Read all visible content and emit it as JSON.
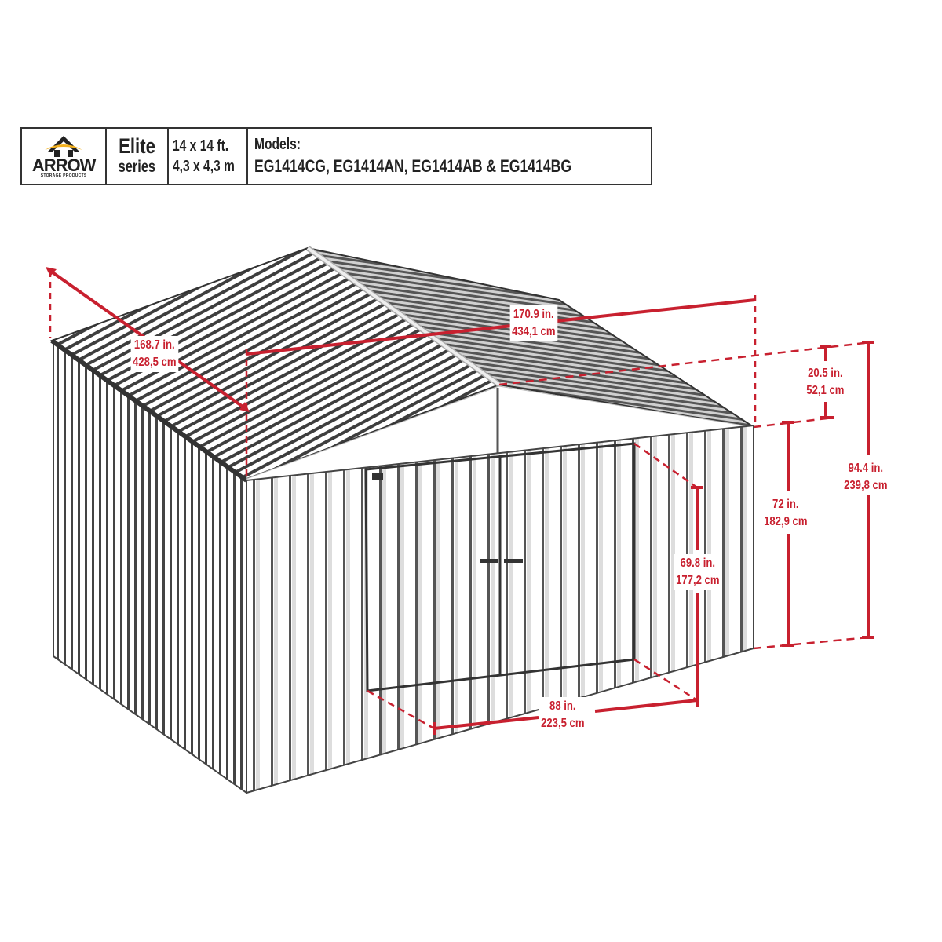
{
  "header": {
    "brand": {
      "name": "ARROW",
      "tagline": "STORAGE PRODUCTS",
      "accent_color": "#f2b01e"
    },
    "series": {
      "name": "Elite",
      "label": "series"
    },
    "size": {
      "imperial": "14 x 14 ft.",
      "metric": "4,3 x 4,3 m"
    },
    "models": {
      "label": "Models:",
      "list": "EG1414CG, EG1414AN, EG1414AB & EG1414BG"
    }
  },
  "dimensions": {
    "side_depth": {
      "imperial": "168.7 in.",
      "metric": "428,5 cm"
    },
    "front_width": {
      "imperial": "170.9 in.",
      "metric": "434,1 cm"
    },
    "roof_rise": {
      "imperial": "20.5 in.",
      "metric": "52,1 cm"
    },
    "total_height": {
      "imperial": "94.4 in.",
      "metric": "239,8 cm"
    },
    "wall_height": {
      "imperial": "72 in.",
      "metric": "182,9 cm"
    },
    "door_height": {
      "imperial": "69.8 in.",
      "metric": "177,2 cm"
    },
    "door_width": {
      "imperial": "88 in.",
      "metric": "223,5 cm"
    }
  },
  "colors": {
    "dimension_red": "#c8202f",
    "line_dark": "#3a3a3a"
  }
}
